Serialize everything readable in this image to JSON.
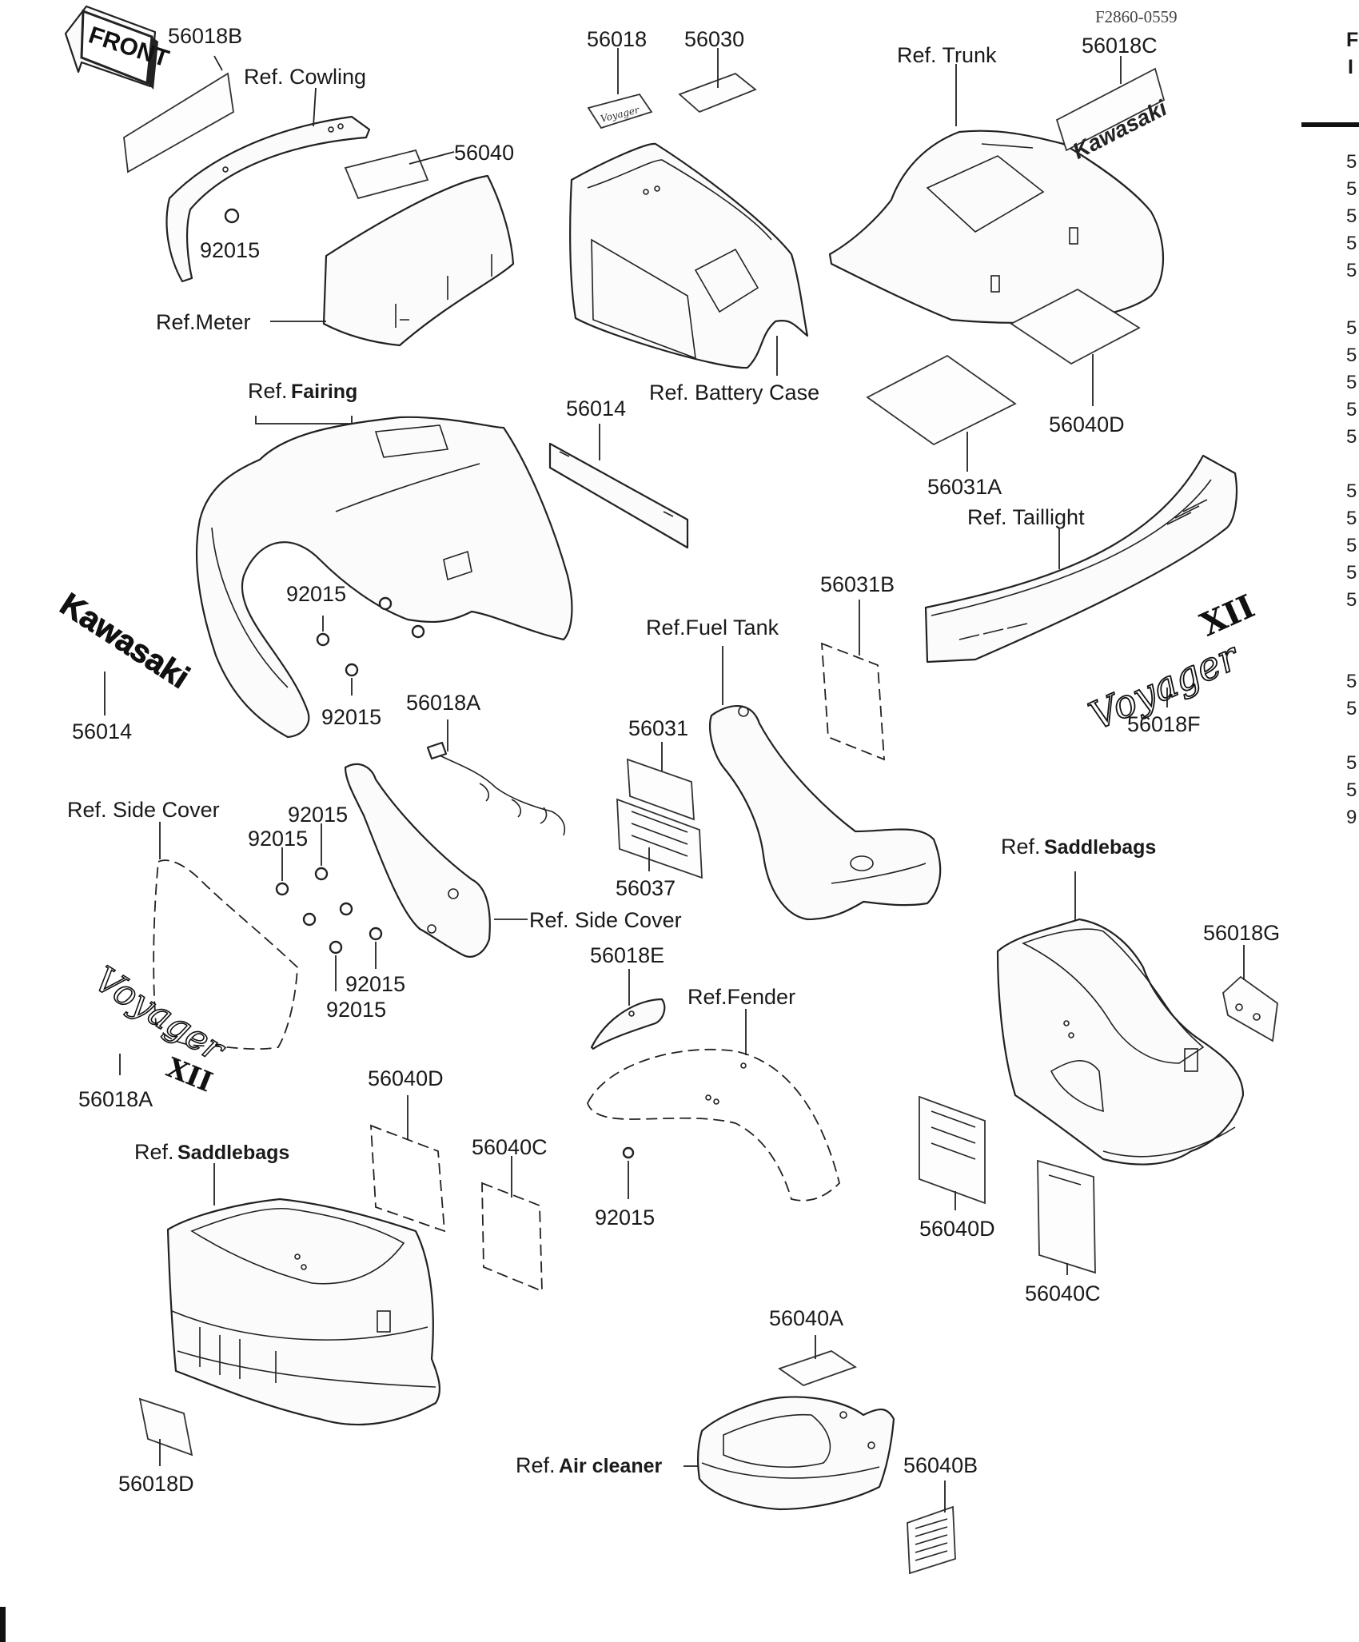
{
  "diagram": {
    "ref_code": "F2860-0559",
    "front_arrow": "FRONT",
    "labels": {
      "l_56018B": "56018B",
      "l_cowling": "Ref. Cowling",
      "l_56018": "56018",
      "l_56030": "56030",
      "l_trunk": "Ref. Trunk",
      "l_56018C": "56018C",
      "l_56040": "56040",
      "l_92015_a": "92015",
      "l_meter": "Ref.Meter",
      "l_battery": "Ref. Battery Case",
      "l_fairing_ref": "Ref.",
      "l_fairing": "Fairing",
      "l_56014_a": "56014",
      "l_56040D_a": "56040D",
      "l_56031A": "56031A",
      "l_taillight": "Ref. Taillight",
      "l_92015_b": "92015",
      "l_56031B": "56031B",
      "l_fueltank": "Ref.Fuel Tank",
      "l_56014_b": "56014",
      "l_92015_c": "92015",
      "l_56018A_a": "56018A",
      "l_56031": "56031",
      "l_56018F": "56018F",
      "l_sidecover_a": "Ref. Side Cover",
      "l_92015_d": "92015",
      "l_92015_e": "92015",
      "l_56037": "56037",
      "l_sidecover_b": "Ref. Side Cover",
      "l_saddle_a_ref": "Ref.",
      "l_saddle_a": "Saddlebags",
      "l_56018G": "56018G",
      "l_56018E": "56018E",
      "l_92015_f": "92015",
      "l_92015_g": "92015",
      "l_fender": "Ref.Fender",
      "l_56018A_b": "56018A",
      "l_56040D_b": "56040D",
      "l_saddle_b_ref": "Ref.",
      "l_saddle_b": "Saddlebags",
      "l_56040C_a": "56040C",
      "l_92015_h": "92015",
      "l_56040D_c": "56040D",
      "l_56040C_b": "56040C",
      "l_56040A": "56040A",
      "l_aircleaner_ref": "Ref.",
      "l_aircleaner": "Air cleaner",
      "l_56040B": "56040B",
      "l_56018D": "56018D"
    },
    "emblems": {
      "kawasaki_a": "Kawasaki",
      "kawasaki_b": "Kawasaki",
      "voyager_a": "Voyager",
      "voyager_a_num": "XII",
      "voyager_b": "Voyager",
      "voyager_b_num": "XII",
      "voyager_small": "Voyager"
    },
    "right_edge": {
      "header_glyphs": [
        "F",
        "I"
      ],
      "row_glyphs": [
        "5",
        "5",
        "5",
        "5",
        "5",
        "5",
        "5",
        "5",
        "5",
        "5",
        "5",
        "5",
        "5",
        "5",
        "5",
        "5",
        "5",
        "5",
        "5",
        "9"
      ]
    }
  }
}
